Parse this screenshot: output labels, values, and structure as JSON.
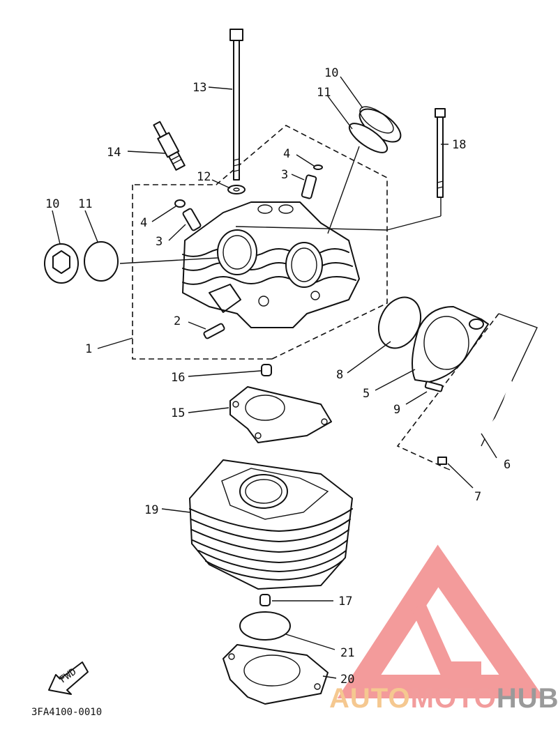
{
  "diagram": {
    "part_code": "3FA4100-0010",
    "fwd_label": "FWD",
    "callouts": [
      {
        "id": "c1",
        "text": "1"
      },
      {
        "id": "c2",
        "text": "2"
      },
      {
        "id": "c3a",
        "text": "3"
      },
      {
        "id": "c3b",
        "text": "3"
      },
      {
        "id": "c4a",
        "text": "4"
      },
      {
        "id": "c4b",
        "text": "4"
      },
      {
        "id": "c5",
        "text": "5"
      },
      {
        "id": "c6",
        "text": "6"
      },
      {
        "id": "c7",
        "text": "7"
      },
      {
        "id": "c8",
        "text": "8"
      },
      {
        "id": "c9",
        "text": "9"
      },
      {
        "id": "c10a",
        "text": "10"
      },
      {
        "id": "c10b",
        "text": "10"
      },
      {
        "id": "c11a",
        "text": "11"
      },
      {
        "id": "c11b",
        "text": "11"
      },
      {
        "id": "c12",
        "text": "12"
      },
      {
        "id": "c13",
        "text": "13"
      },
      {
        "id": "c14",
        "text": "14"
      },
      {
        "id": "c15",
        "text": "15"
      },
      {
        "id": "c16",
        "text": "16"
      },
      {
        "id": "c17",
        "text": "17"
      },
      {
        "id": "c18",
        "text": "18"
      },
      {
        "id": "c19",
        "text": "19"
      },
      {
        "id": "c20",
        "text": "20"
      },
      {
        "id": "c21",
        "text": "21"
      }
    ]
  },
  "watermark": {
    "part1": "AUTO",
    "part2": "MOTO",
    "part3": "HUB",
    "colors": {
      "auto": "#f5c890",
      "moto": "#f29c9c",
      "hub": "#9a9a9a",
      "logo": "#f28a8a"
    }
  }
}
